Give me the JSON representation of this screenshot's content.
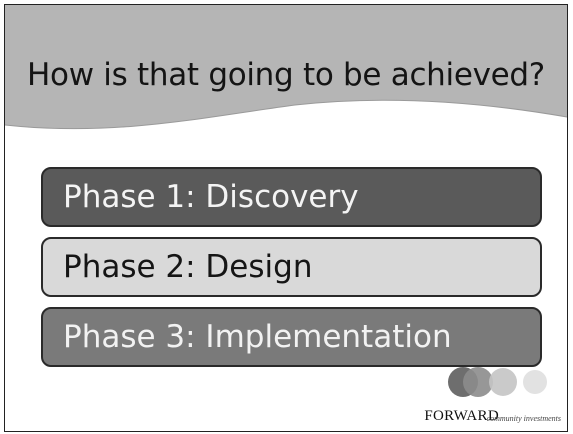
{
  "slide": {
    "title": "How is that going to be achieved?"
  },
  "phases": [
    {
      "label": "Phase 1: Discovery"
    },
    {
      "label": "Phase 2: Design"
    },
    {
      "label": "Phase 3: Implementation"
    }
  ],
  "logo": {
    "name": "FORWARD",
    "tagline": "community investments"
  },
  "colors": {
    "header_band": "#b5b5b5",
    "phase_1_fill": "#5a5a5a",
    "phase_2_fill": "#d9d9d9",
    "phase_3_fill": "#7a7a7a"
  }
}
